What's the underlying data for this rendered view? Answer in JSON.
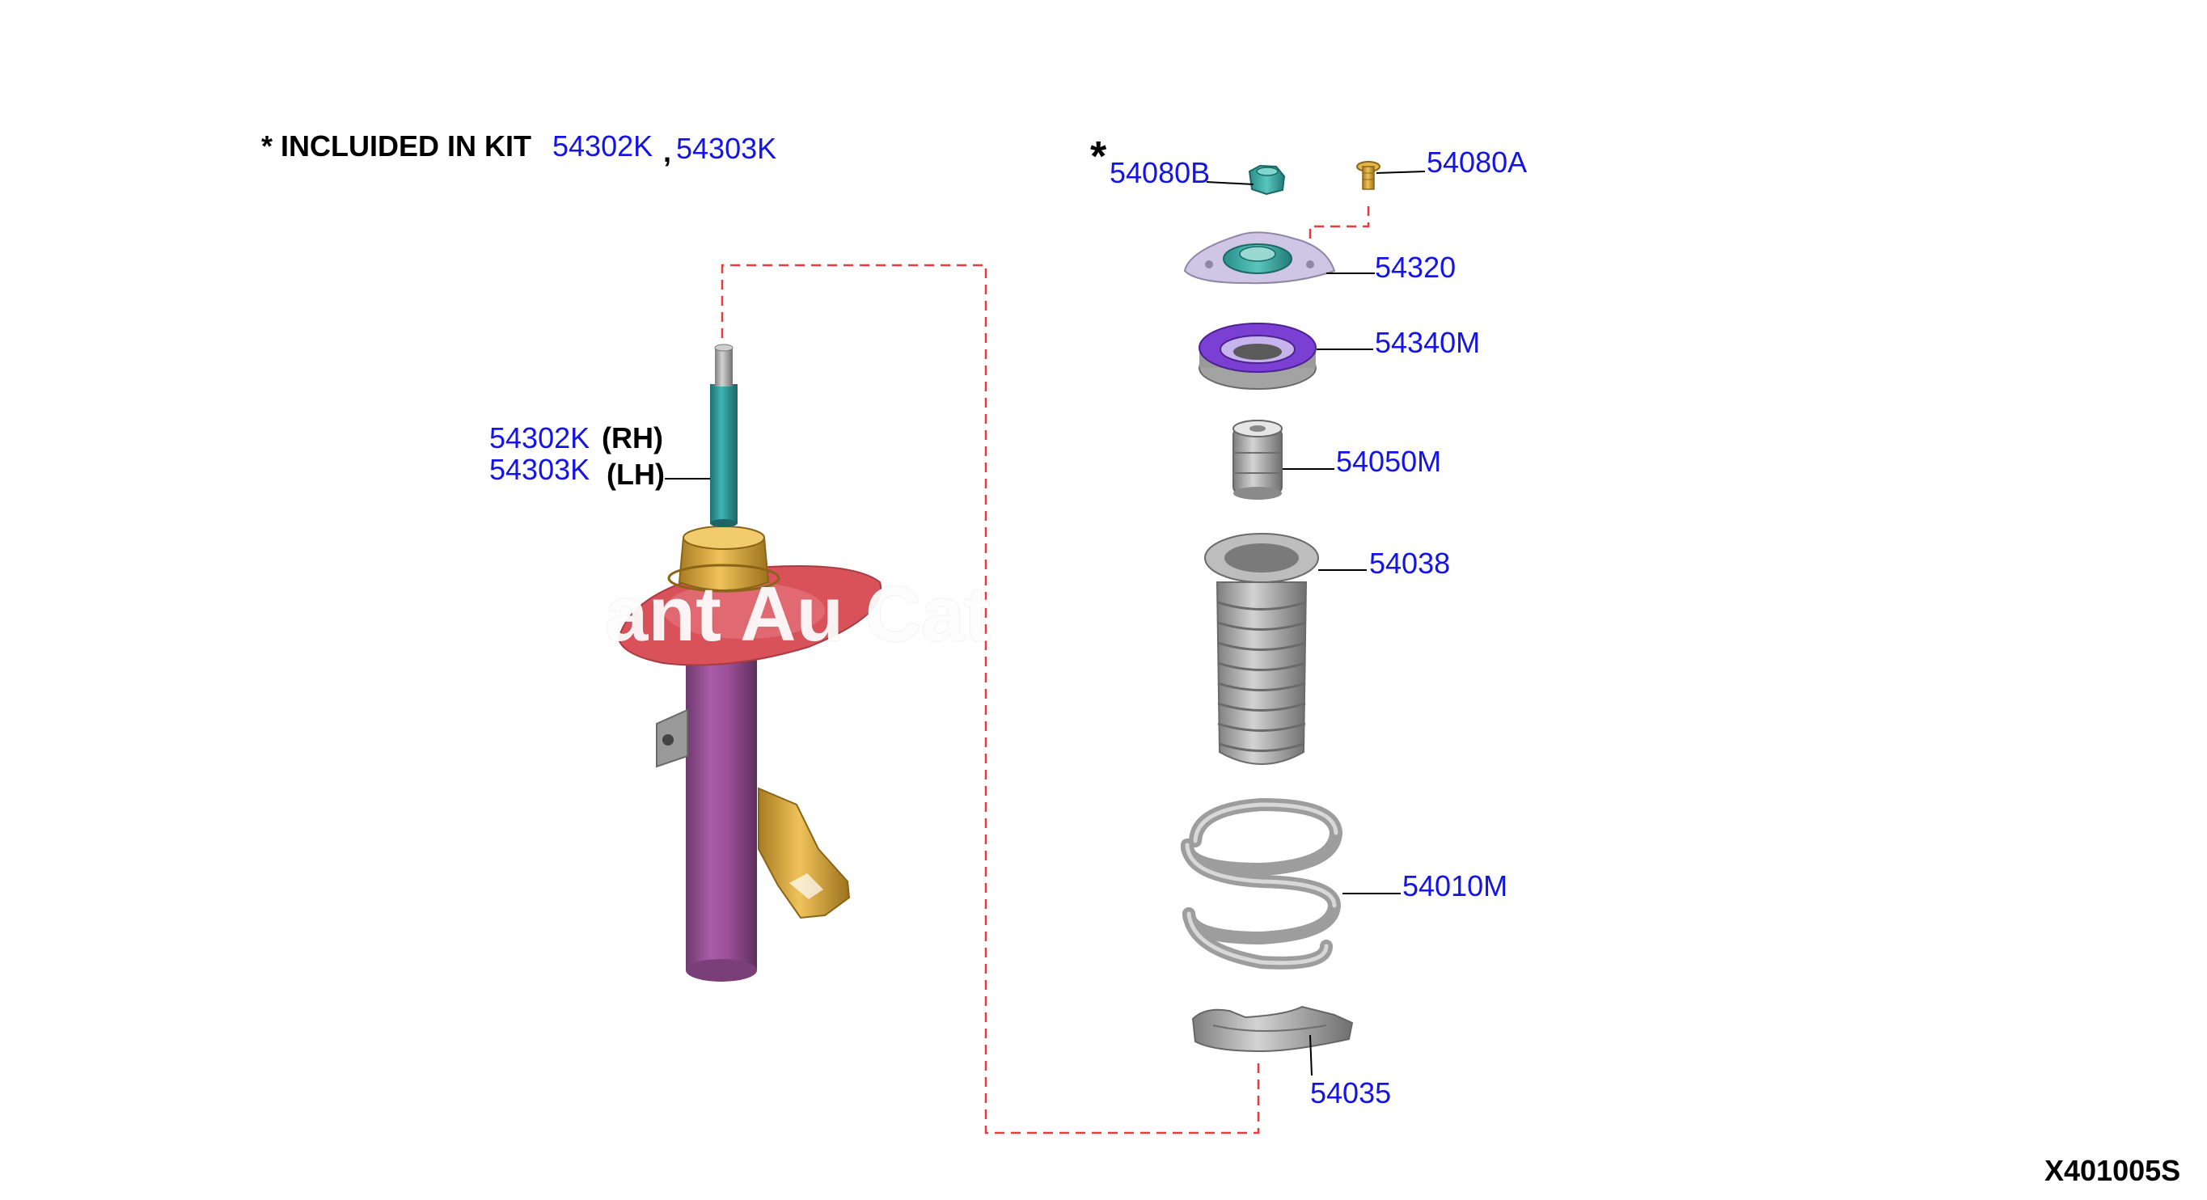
{
  "kit_note": {
    "prefix": "* INCLUIDED IN KIT",
    "part_a": "54302K",
    "comma": ",",
    "part_b": "54303K"
  },
  "strut": {
    "rh_part": "54302K",
    "rh_side": "(RH)",
    "lh_part": "54303K",
    "lh_side": "(LH)"
  },
  "callouts": {
    "star": "*",
    "nut": "54080B",
    "bolt": "54080A",
    "mount": "54320",
    "bearing": "54340M",
    "bump_stop": "54050M",
    "dust_boot": "54038",
    "spring": "54010M",
    "seat": "54035"
  },
  "watermark": "ant Au  Cat",
  "diagram_code": "X401005S",
  "colors": {
    "label_blue": "#1414e6",
    "leader_red_dashed": "#e83c3c",
    "strut_body": "#9a4f97",
    "strut_rod": "#2e9c9c",
    "strut_cup": "#e0ad3a",
    "spring_seat_red": "#d9525a",
    "bracket_gold": "#d2a64a",
    "bearing_purple": "#7b3fd3",
    "mount_lavender": "#cfc6e6",
    "part_gray": "#b9b9b9"
  }
}
